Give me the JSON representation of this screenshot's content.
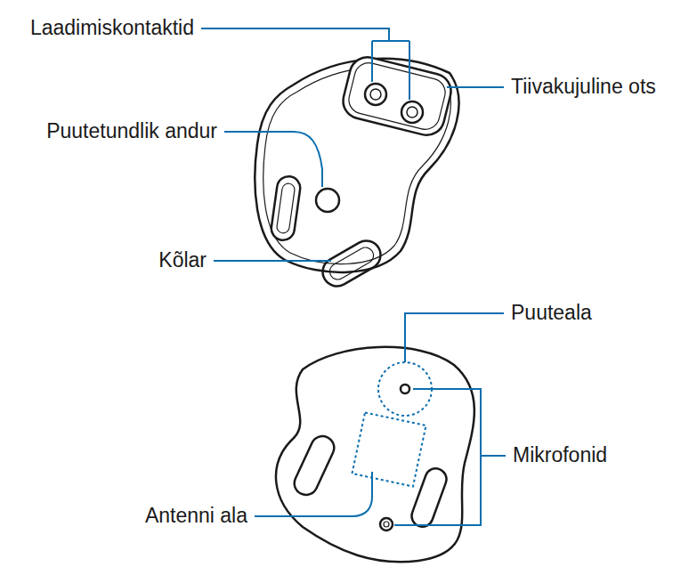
{
  "diagram": {
    "labels": [
      "Laadimiskontaktid",
      "Tiivakujuline ots",
      "Puutetundlik andur",
      "Kõlar",
      "Puuteala",
      "Mikrofonid",
      "Antenni ala"
    ]
  }
}
